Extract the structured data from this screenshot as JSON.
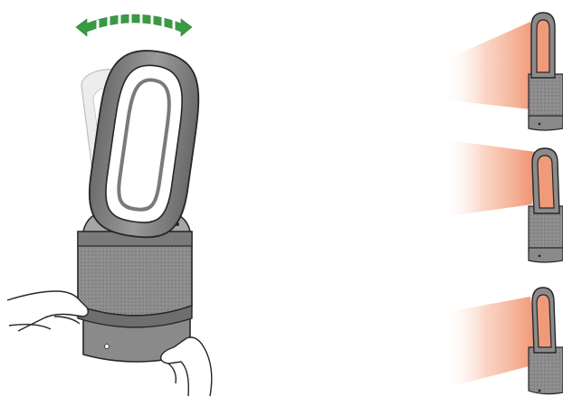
{
  "illustration": {
    "main_device": {
      "state": "tilted-back",
      "ghost": true
    },
    "hands": [
      "left-hand",
      "right-hand"
    ],
    "tilt_arrow": {
      "direction": "both-ways",
      "color": "#3a9a44"
    },
    "heat_panels": [
      {
        "level": "high"
      },
      {
        "level": "middle"
      },
      {
        "level": "low"
      }
    ],
    "colors": {
      "body": "#8d8d8d",
      "body_dark": "#5f5f5f",
      "body_light": "#a8a8a8",
      "outline": "#262626",
      "heat": "#f39a78",
      "arrow": "#3a9a44",
      "ghost": "#e4e4e4"
    }
  }
}
